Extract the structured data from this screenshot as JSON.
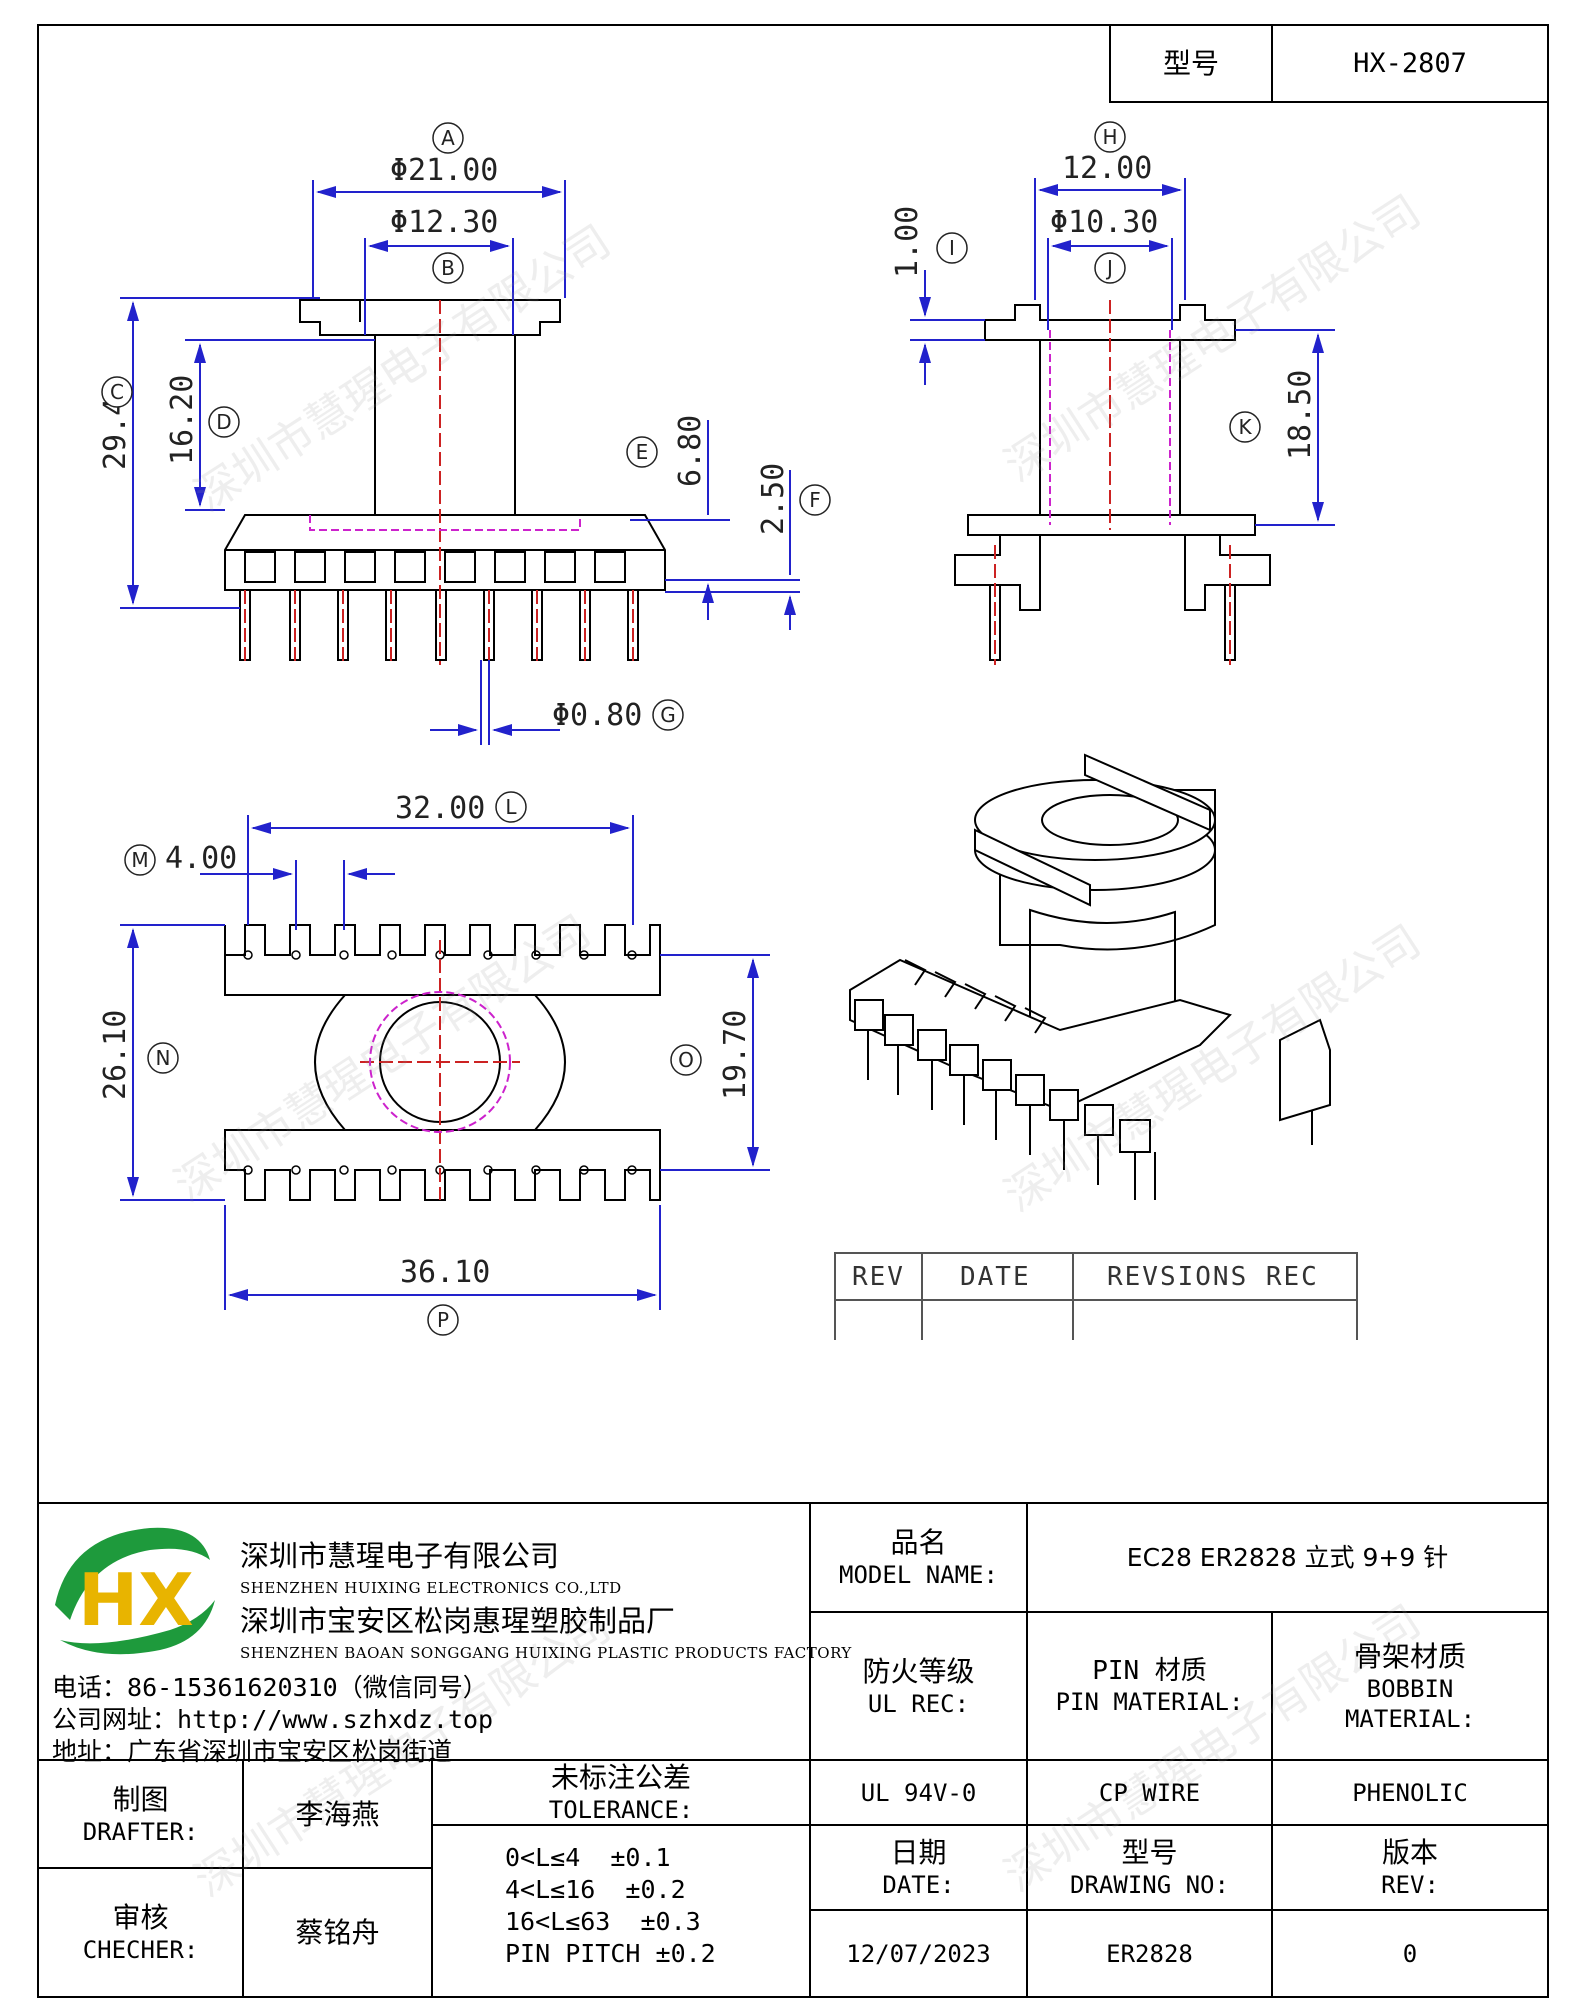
{
  "model_box": {
    "label": "型号",
    "value": "HX-2807"
  },
  "dimensions": {
    "A": {
      "letter": "A",
      "value": "Φ21.00"
    },
    "B": {
      "letter": "B",
      "value": "Φ12.30"
    },
    "C": {
      "letter": "C",
      "value": "29.40"
    },
    "D": {
      "letter": "D",
      "value": "16.20"
    },
    "E": {
      "letter": "E",
      "value": "6.80"
    },
    "F": {
      "letter": "F",
      "value": "2.50"
    },
    "G": {
      "letter": "G",
      "value": "Φ0.80"
    },
    "H": {
      "letter": "H",
      "value": "12.00"
    },
    "I": {
      "letter": "I",
      "value": "1.00"
    },
    "J": {
      "letter": "J",
      "value": "Φ10.30"
    },
    "K": {
      "letter": "K",
      "value": "18.50"
    },
    "L": {
      "letter": "L",
      "value": "32.00"
    },
    "M": {
      "letter": "M",
      "value": "4.00"
    },
    "N": {
      "letter": "N",
      "value": "26.10"
    },
    "O": {
      "letter": "O",
      "value": "19.70"
    },
    "P": {
      "letter": "P",
      "value": "36.10"
    }
  },
  "rev_table": {
    "rev": "REV",
    "date": "DATE",
    "records": "REVSIONS REC"
  },
  "company": {
    "name_cn": "深圳市慧瑆电子有限公司",
    "name_en": "SHENZHEN HUIXING ELECTRONICS CO.,LTD",
    "factory_cn": "深圳市宝安区松岗惠瑆塑胶制品厂",
    "factory_en": "SHENZHEN BAOAN SONGGANG HUIXING PLASTIC PRODUCTS FACTORY",
    "phone_label": "电话：",
    "phone_value": "86-15361620310（微信同号）",
    "web_label": "公司网址：",
    "web_value": "http://www.szhxdz.top",
    "address_label": "地址：",
    "address_value": "广东省深圳市宝安区松岗街道",
    "logo_text": "HX",
    "watermark": "深圳市慧瑆电子有限公司"
  },
  "title_block": {
    "model_name_cn": "品名",
    "model_name_en": "MODEL NAME:",
    "model_name_value": "EC28 ER2828 立式 9+9 针",
    "ul_cn": "防火等级",
    "ul_en": "UL REC:",
    "pin_cn": "PIN 材质",
    "pin_en": "PIN MATERIAL:",
    "bobbin_cn": "骨架材质",
    "bobbin_en1": "BOBBIN",
    "bobbin_en2": "MATERIAL:",
    "ul_value": "UL 94V-0",
    "pin_value": "CP WIRE",
    "bobbin_value": "PHENOLIC",
    "drafter_cn": "制图",
    "drafter_en": "DRAFTER:",
    "drafter_value": "李海燕",
    "checker_cn": "审核",
    "checker_en": "CHECHER:",
    "checker_value": "蔡铭舟",
    "tolerance_cn": "未标注公差",
    "tolerance_en": "TOLERANCE:",
    "tolerances": [
      "0<L≤4  ±0.1",
      "4<L≤16  ±0.2",
      "16<L≤63  ±0.3",
      "PIN PITCH ±0.2"
    ],
    "date_cn": "日期",
    "date_en": "DATE:",
    "drawing_no_cn": "型号",
    "drawing_no_en": "DRAWING NO:",
    "rev_cn": "版本",
    "rev_en": "REV:",
    "date_value": "12/07/2023",
    "drawing_no_value": "ER2828",
    "rev_value": "0"
  },
  "colors": {
    "dimension": "#2222cc",
    "centerline": "#cc2222",
    "hidden": "#cc22cc",
    "outline": "#000000",
    "logo_green": "#1e9a3c",
    "logo_yellow": "#e8b400"
  }
}
